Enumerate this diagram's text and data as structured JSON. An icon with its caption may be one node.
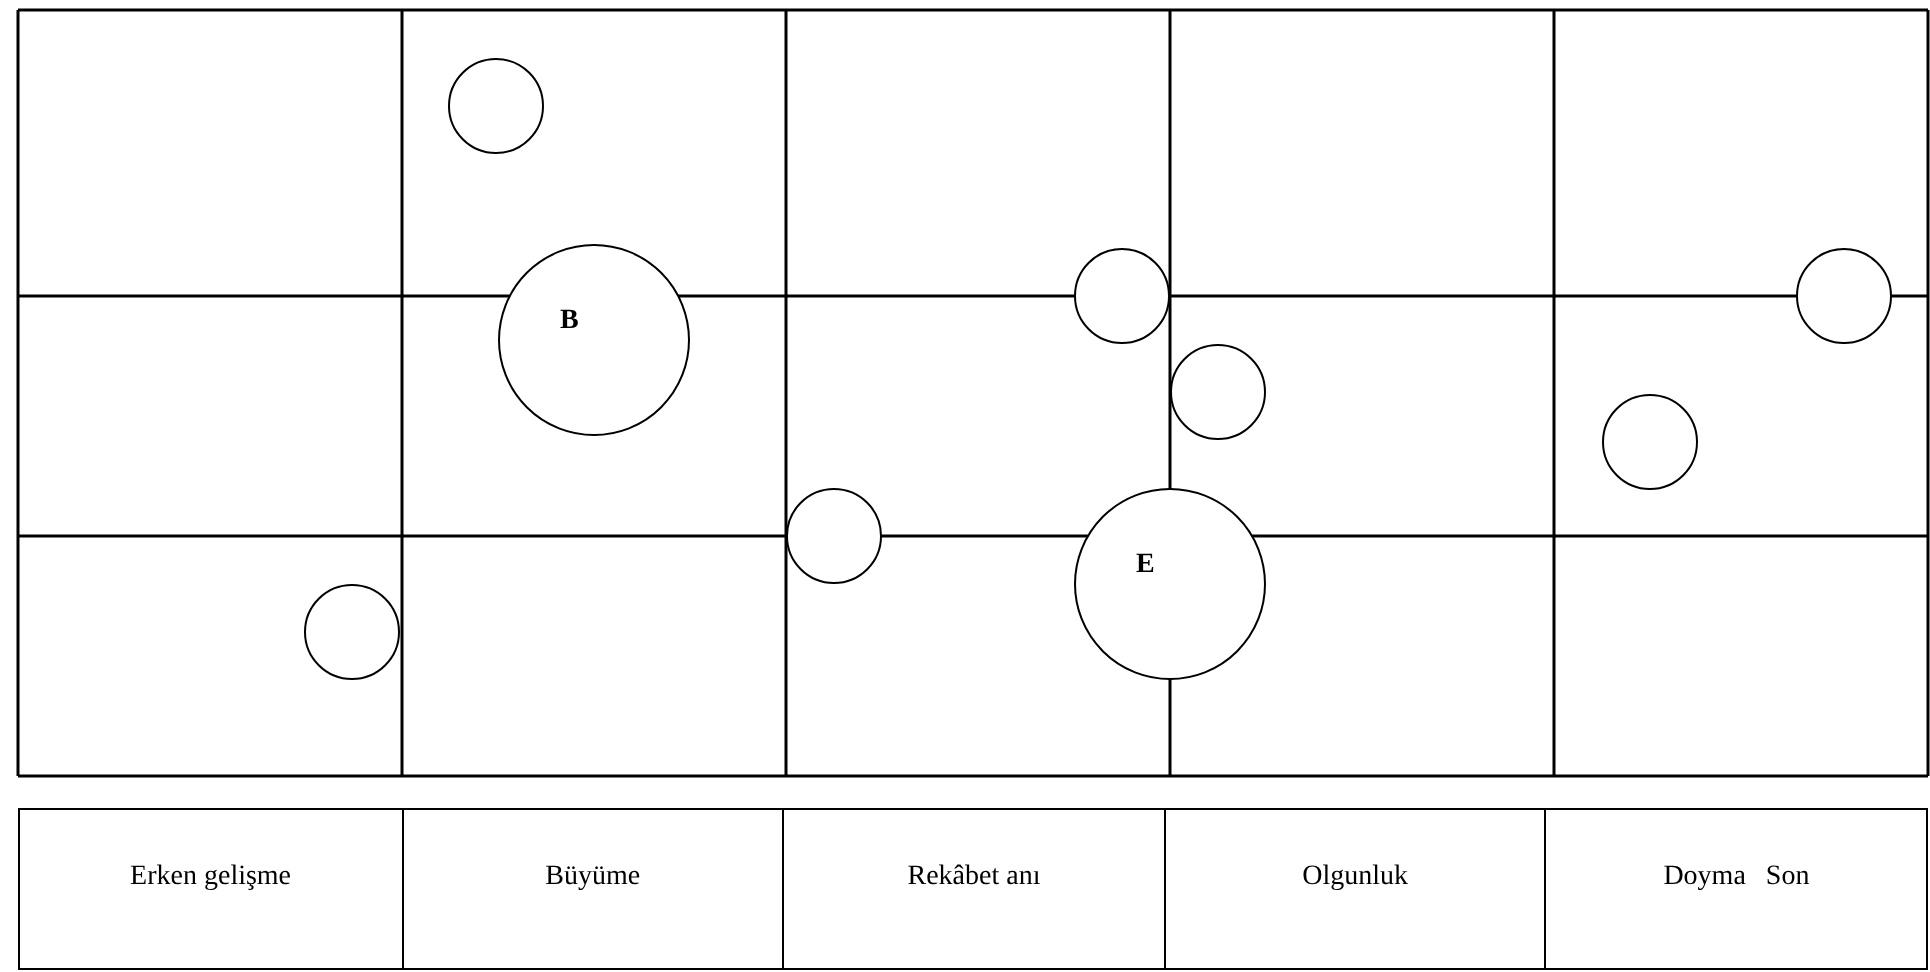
{
  "diagram": {
    "nodes": [
      {
        "text": [],
        "shape": "circle"
      },
      {
        "text": [],
        "shape": "circle"
      },
      {
        "text": [],
        "shape": "circle"
      },
      {
        "text": [
          "B"
        ]
      },
      {
        "text": [],
        "shape": "circle"
      },
      {
        "text": [],
        "shape": "circle"
      },
      {
        "text": [],
        "shape": "circle"
      },
      {
        "text": [
          "E"
        ]
      },
      {
        "text": [],
        "shape": "circle"
      }
    ],
    "labels": [
      "Erken gelişme",
      "Büyüme",
      "Rekâbet anı",
      "Olgunluk",
      "Doyma",
      "Son"
    ]
  }
}
